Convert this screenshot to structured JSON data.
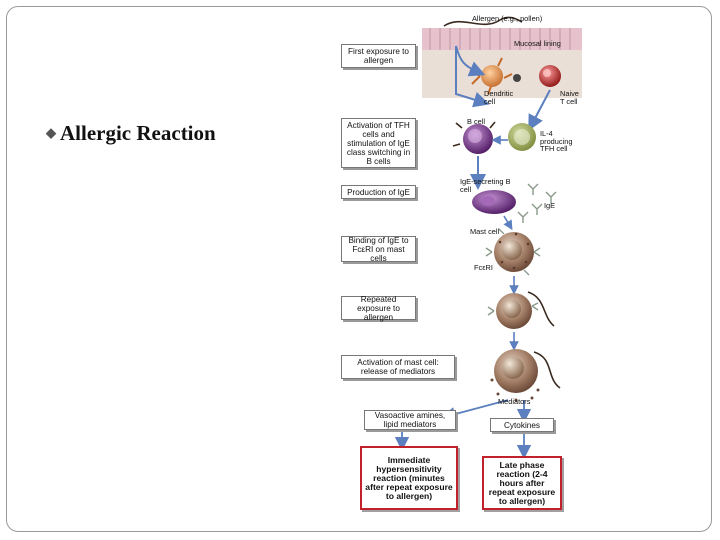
{
  "slide": {
    "bullet_text": "Allergic Reaction"
  },
  "diagram": {
    "steps": {
      "first_exposure": "First exposure to allergen",
      "activation_tfh": "Activation of TFH cells and stimulation of IgE class switching in B cells",
      "production_ige": "Production of IgE",
      "binding_ige": "Binding of IgE to FcεRI on mast cells",
      "repeated_exposure": "Repeated exposure to allergen",
      "activation_mast": "Activation of mast cell: release of mediators",
      "vasoactive": "Vasoactive amines, lipid mediators",
      "cytokines": "Cytokines",
      "immediate": "Immediate hypersensitivity reaction (minutes after repeat exposure to allergen)",
      "late_phase": "Late phase reaction (2-4 hours after repeat exposure to allergen)"
    },
    "labels": {
      "allergen": "Allergen (e.g., pollen)",
      "mucosal": "Mucosal lining",
      "dendritic": "Dendritic cell",
      "naive": "Naive T cell",
      "bcell": "B cell",
      "il4": "IL-4 producing TFH cell",
      "ige_b": "IgE-secreting B cell",
      "ige": "IgE",
      "mast": "Mast cell",
      "fcr": "FcεRI",
      "mediators": "Mediators"
    },
    "colors": {
      "arrow": "#5b7fbf",
      "highlight": "#c2202a",
      "mucosa": "#e8c8cf",
      "bcell": "#6a2d7a",
      "tcell": "#9a1f1f",
      "mast": "#7a5a4a"
    }
  }
}
